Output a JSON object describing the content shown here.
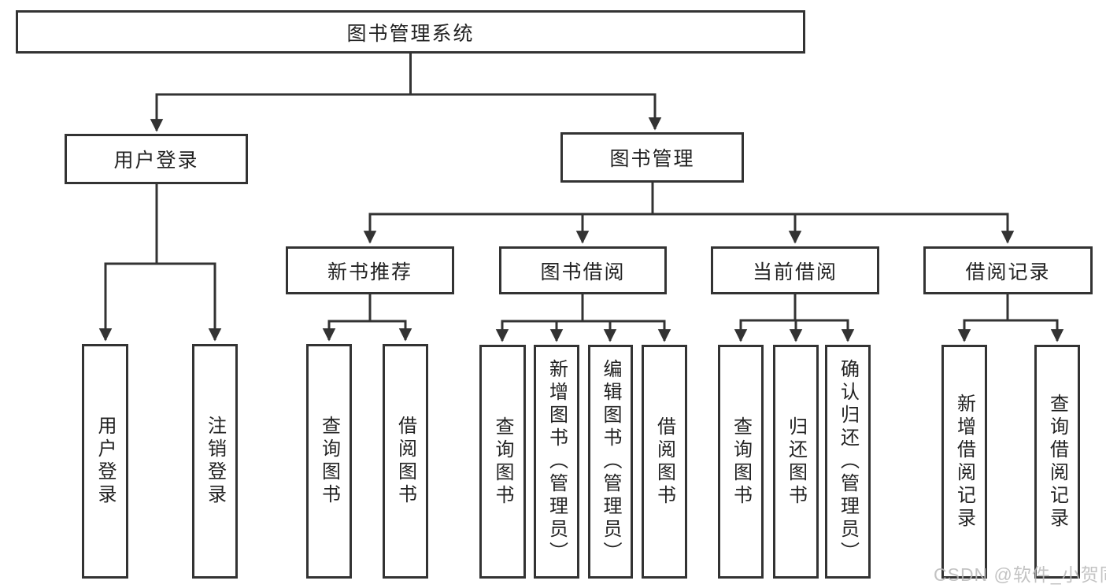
{
  "diagram": {
    "colors": {
      "line": "#333333",
      "text": "#222222",
      "watermark": "#b9b9b9",
      "background": "#ffffff"
    },
    "watermark": "CSDN @软件_小贺同学",
    "tree": {
      "label": "图书管理系统",
      "children": [
        {
          "label": "用户登录",
          "children": [
            {
              "label": "用户登录"
            },
            {
              "label": "注销登录"
            }
          ]
        },
        {
          "label": "图书管理",
          "children": [
            {
              "label": "新书推荐",
              "children": [
                {
                  "label": "查询图书"
                },
                {
                  "label": "借阅图书"
                }
              ]
            },
            {
              "label": "图书借阅",
              "children": [
                {
                  "label": "查询图书"
                },
                {
                  "label": "新增图书（管理员）"
                },
                {
                  "label": "编辑图书（管理员）"
                },
                {
                  "label": "借阅图书"
                }
              ]
            },
            {
              "label": "当前借阅",
              "children": [
                {
                  "label": "查询图书"
                },
                {
                  "label": "归还图书"
                },
                {
                  "label": "确认归还（管理员）"
                }
              ]
            },
            {
              "label": "借阅记录",
              "children": [
                {
                  "label": "新增借阅记录"
                },
                {
                  "label": "查询借阅记录"
                }
              ]
            }
          ]
        }
      ]
    }
  }
}
